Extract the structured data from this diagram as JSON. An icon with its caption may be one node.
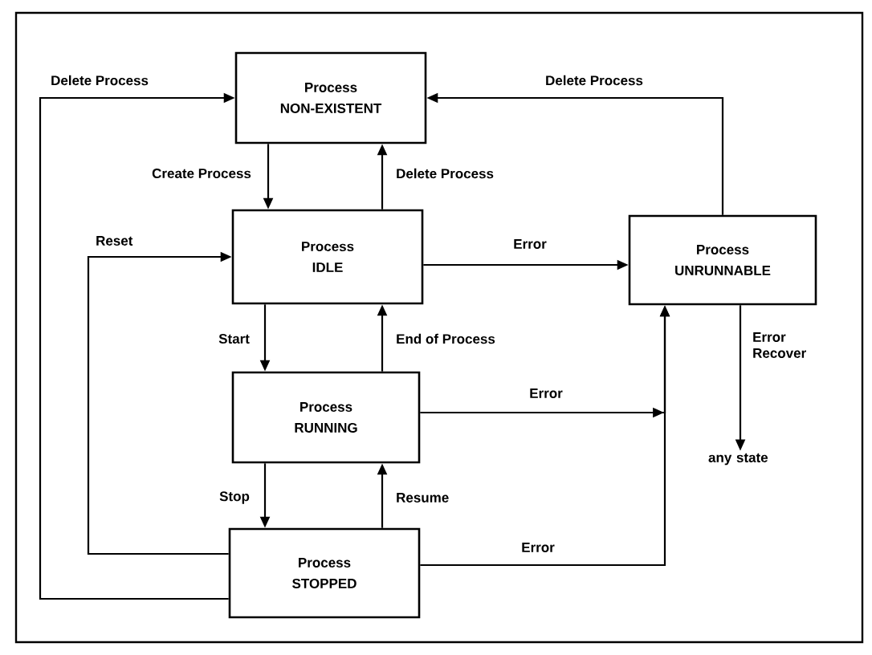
{
  "diagram": {
    "nodes": [
      {
        "text": [
          "Process",
          "NON-EXISTENT"
        ]
      },
      {
        "text": [
          "Process",
          "IDLE"
        ]
      },
      {
        "text": [
          "Process",
          "RUNNING"
        ]
      },
      {
        "text": [
          "Process",
          "STOPPED"
        ]
      },
      {
        "text": [
          "Process",
          "UNRUNNABLE"
        ]
      },
      {
        "text": [
          "any state"
        ]
      }
    ],
    "edges": [
      {
        "from": 0,
        "to": 1,
        "arrow": "to",
        "label": "Create Process"
      },
      {
        "from": 1,
        "to": 0,
        "arrow": "to",
        "label": "Delete Process"
      },
      {
        "from": 1,
        "to": 4,
        "arrow": "to",
        "label": "Error"
      },
      {
        "from": 1,
        "to": 2,
        "arrow": "to",
        "label": "Start"
      },
      {
        "from": 2,
        "to": 1,
        "arrow": "to",
        "label": "End of Process"
      },
      {
        "from": 2,
        "to": 4,
        "arrow": "to",
        "label": "Error"
      },
      {
        "from": 2,
        "to": 3,
        "arrow": "to",
        "label": "Stop"
      },
      {
        "from": 3,
        "to": 2,
        "arrow": "to",
        "label": "Resume"
      },
      {
        "from": 3,
        "to": 4,
        "arrow": "to",
        "label": "Error"
      },
      {
        "from": 3,
        "to": 1,
        "arrow": "to",
        "label": "Reset"
      },
      {
        "from": 3,
        "to": 0,
        "arrow": "to",
        "label": "Delete Process"
      },
      {
        "from": 4,
        "to": 0,
        "arrow": "to",
        "label": "Delete Process"
      },
      {
        "from": 4,
        "to": 5,
        "arrow": "to",
        "label": "Error Recover"
      }
    ]
  }
}
